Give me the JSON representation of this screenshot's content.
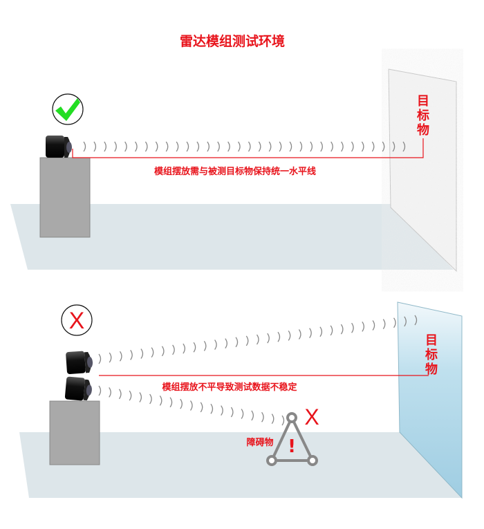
{
  "title": "雷达模组测试环境",
  "correct_panel": {
    "status_icon": "check-icon",
    "target_label": [
      "目",
      "标",
      "物"
    ],
    "caption": "模组摆放需与被测目标物保持统一水平线"
  },
  "wrong_panel": {
    "status_icon": "x-icon",
    "status_mark": "X",
    "target_label": [
      "目",
      "标",
      "物"
    ],
    "caption": "模组摆放不平导致测试数据不稳定",
    "obstacle_label": "障碍物",
    "obstacle_mark": "X",
    "obstacle_alert": "!"
  },
  "colors": {
    "red": "#e8141c",
    "green": "#22dd22",
    "floor": "#dde6ea",
    "box": "#a9a9a9"
  }
}
